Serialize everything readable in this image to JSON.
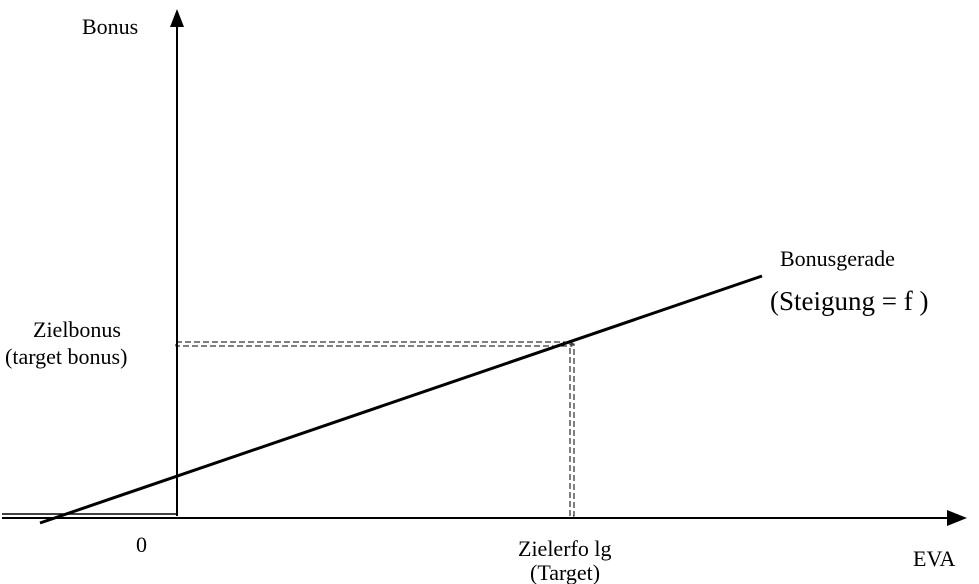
{
  "labels": {
    "y_axis": "Bonus",
    "x_axis": "EVA",
    "origin": "0",
    "line_name": "Bonusgerade",
    "line_slope": "(Steigung = f )",
    "target_bonus_de": "Zielbonus",
    "target_bonus_en": "(target bonus)",
    "target_de": "Zielerfo lg",
    "target_en": "(Target)"
  },
  "colors": {
    "ink": "#000000",
    "background": "#ffffff"
  }
}
